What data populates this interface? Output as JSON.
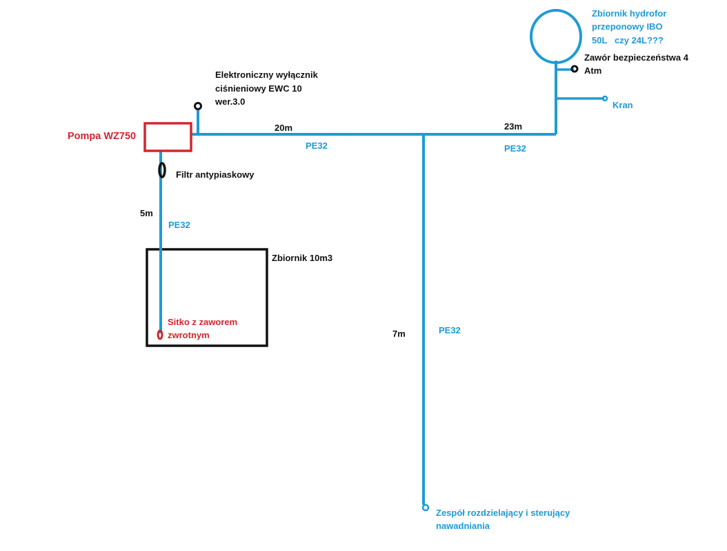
{
  "colors": {
    "pipe": "#1e9bd7",
    "pump": "#d22630",
    "tank": "#111111",
    "text_black": "#111111",
    "text_blue": "#1e9bd7",
    "text_red": "#d22630"
  },
  "labels": {
    "pump": "Pompa WZ750",
    "switch_1": "Elektroniczny wyłącznik",
    "switch_2": "ciśnieniowy EWC 10",
    "switch_3": "wer.3.0",
    "filter": "Filtr antypiaskowy",
    "len_5m": "5m",
    "pe32_vertical_left": "PE32",
    "tank": "Zbiornik 10m3",
    "strainer_1": "Sitko z zaworem",
    "strainer_2": "zwrotnym",
    "len_20m": "20m",
    "pe32_main_left": "PE32",
    "len_23m": "23m",
    "pe32_main_right": "PE32",
    "len_7m": "7m",
    "pe32_vertical_right": "PE32",
    "distribution_1": "Zespół rozdzielający i sterujący",
    "distribution_2": "nawadniania",
    "hydrofor_1": "Zbiornik hydrofor",
    "hydrofor_2": "przeponowy IBO",
    "hydrofor_3": "50L   czy 24L???",
    "safety_valve_1": "Zawór bezpieczeństwa 4",
    "safety_valve_2": "Atm",
    "tap": "Kran"
  }
}
